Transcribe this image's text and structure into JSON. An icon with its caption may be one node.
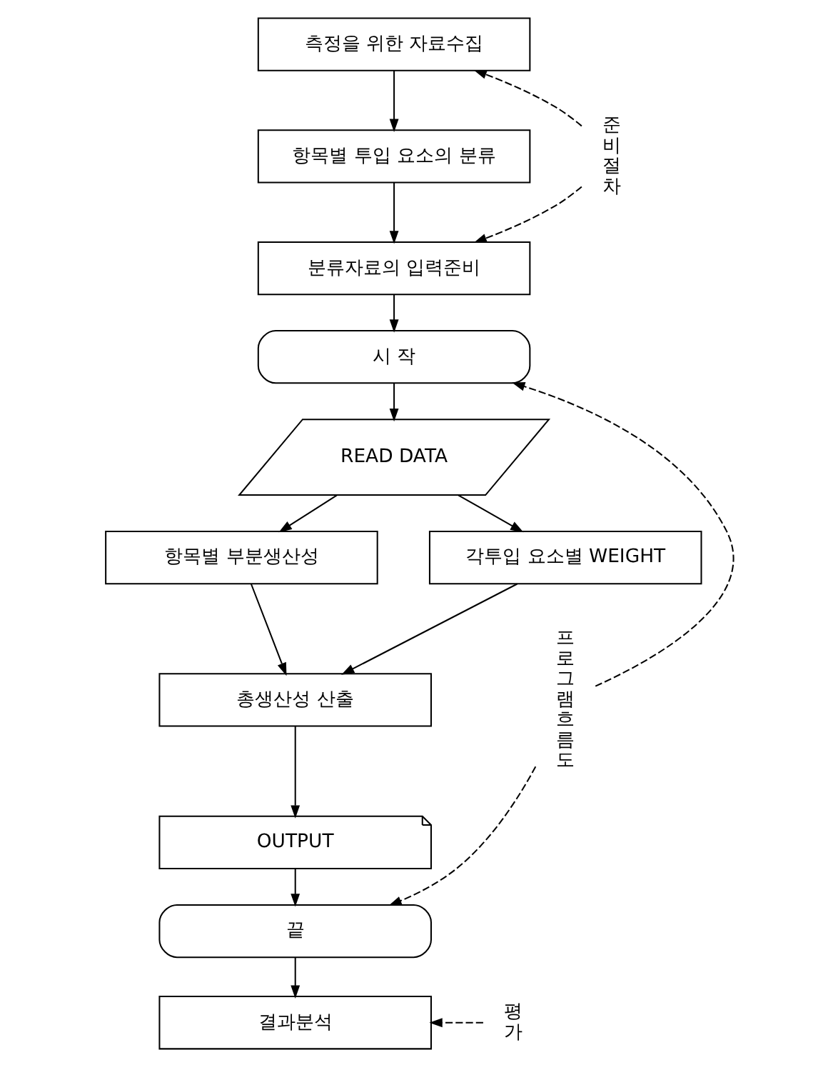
{
  "diagram": {
    "nodes": [
      {
        "text": [
          "측정을 위한 자료수집"
        ]
      },
      {
        "text": [
          "항목별 투입 요소의 분류"
        ]
      },
      {
        "text": [
          "분류자료의 입력준비"
        ]
      },
      {
        "text": [
          "시 작"
        ]
      },
      {
        "text": [
          "READ DATA"
        ]
      },
      {
        "text": [
          "항목별 부분생산성"
        ]
      },
      {
        "text": [
          "각투입 요소별 WEIGHT"
        ]
      },
      {
        "text": [
          "총생산성 산출"
        ]
      },
      {
        "text": [
          "OUTPUT"
        ]
      },
      {
        "text": [
          "끝"
        ]
      },
      {
        "text": [
          "결과분석"
        ]
      },
      {
        "text": [
          "준비절차"
        ]
      },
      {
        "text": [
          "프로그램흐름도"
        ]
      },
      {
        "text": [
          "평가"
        ]
      }
    ],
    "edges": [
      {
        "from": 0,
        "to": 1,
        "arrow": "to"
      },
      {
        "from": 1,
        "to": 2,
        "arrow": "to"
      },
      {
        "from": 2,
        "to": 3,
        "arrow": "to"
      },
      {
        "from": 3,
        "to": 4,
        "arrow": "to"
      },
      {
        "from": 4,
        "to": 5,
        "arrow": "to"
      },
      {
        "from": 4,
        "to": 6,
        "arrow": "to"
      },
      {
        "from": 5,
        "to": 7,
        "arrow": "to"
      },
      {
        "from": 6,
        "to": 7,
        "arrow": "to"
      },
      {
        "from": 7,
        "to": 8,
        "arrow": "to"
      },
      {
        "from": 8,
        "to": 9,
        "arrow": "to"
      },
      {
        "from": 9,
        "to": 10,
        "arrow": "to"
      },
      {
        "from": 11,
        "to": 0,
        "arrow": "to",
        "style": "dashed"
      },
      {
        "from": 11,
        "to": 2,
        "arrow": "to",
        "style": "dashed"
      },
      {
        "from": 12,
        "to": 3,
        "arrow": "to",
        "style": "dashed"
      },
      {
        "from": 12,
        "to": 9,
        "arrow": "to",
        "style": "dashed"
      },
      {
        "from": 13,
        "to": 10,
        "arrow": "to",
        "style": "dashed"
      }
    ]
  }
}
